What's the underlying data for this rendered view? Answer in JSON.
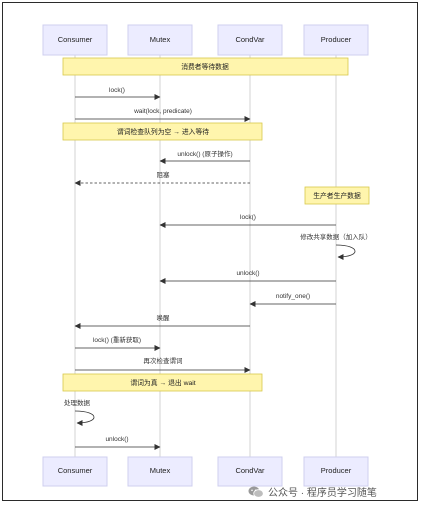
{
  "actors": [
    {
      "id": "consumer",
      "label": "Consumer"
    },
    {
      "id": "mutex",
      "label": "Mutex"
    },
    {
      "id": "condvar",
      "label": "CondVar"
    },
    {
      "id": "producer",
      "label": "Producer"
    }
  ],
  "notes": [
    {
      "text": "消费者等待数据",
      "from": "consumer",
      "to": "producer"
    },
    {
      "text": "谓词检查队列为空 → 进入等待",
      "from": "consumer",
      "to": "condvar"
    },
    {
      "text": "生产者生产数据",
      "from": "producer",
      "to": "producer"
    },
    {
      "text": "谓词为真 → 退出 wait",
      "from": "consumer",
      "to": "condvar"
    }
  ],
  "messages": [
    {
      "text": "lock()",
      "from": "consumer",
      "to": "mutex",
      "style": "solid"
    },
    {
      "text": "wait(lock, predicate)",
      "from": "consumer",
      "to": "condvar",
      "style": "solid"
    },
    {
      "text": "unlock() (原子操作)",
      "from": "condvar",
      "to": "mutex",
      "style": "solid"
    },
    {
      "text": "阻塞",
      "from": "condvar",
      "to": "consumer",
      "style": "dashed"
    },
    {
      "text": "lock()",
      "from": "producer",
      "to": "mutex",
      "style": "solid"
    },
    {
      "text": "修改共享数据（加入队）",
      "from": "producer",
      "to": "producer",
      "style": "self"
    },
    {
      "text": "unlock()",
      "from": "producer",
      "to": "mutex",
      "style": "solid"
    },
    {
      "text": "notify_one()",
      "from": "producer",
      "to": "condvar",
      "style": "solid"
    },
    {
      "text": "唤醒",
      "from": "condvar",
      "to": "consumer",
      "style": "solid"
    },
    {
      "text": "lock() (重新获取)",
      "from": "consumer",
      "to": "mutex",
      "style": "solid"
    },
    {
      "text": "再次检查谓词",
      "from": "consumer",
      "to": "condvar",
      "style": "solid"
    },
    {
      "text": "处理数据",
      "from": "consumer",
      "to": "consumer",
      "style": "self"
    },
    {
      "text": "unlock()",
      "from": "consumer",
      "to": "mutex",
      "style": "solid"
    }
  ],
  "watermark": {
    "text": "公众号 · 程序员学习随笔"
  }
}
